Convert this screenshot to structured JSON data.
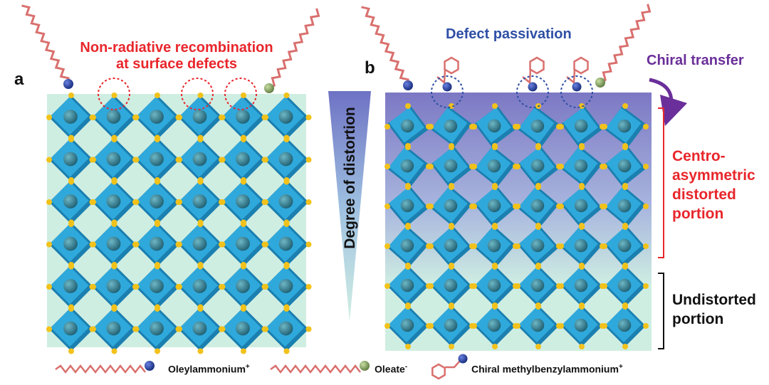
{
  "panel_a": {
    "letter": "a",
    "annotation": [
      "Non-radiative recombination",
      "at surface defects"
    ]
  },
  "panel_b": {
    "letter": "b",
    "defect_label": "Defect passivation",
    "chiral_label": "Chiral transfer",
    "distorted_label": [
      "Centro-",
      "asymmetric",
      "distorted",
      "portion"
    ],
    "undistorted_label": [
      "Undistorted",
      "portion"
    ]
  },
  "gradient_label": "Degree of distortion",
  "legend": {
    "oleylammonium": "Oleylammonium",
    "oleylammonium_sup": "+",
    "oleate": "Oleate",
    "oleate_sup": "-",
    "chiral": "Chiral methylbenzylammonium",
    "chiral_sup": "+"
  },
  "colors": {
    "octahedron": "#2fa9dc",
    "octahedron_dark": "#1b7fb0",
    "atom_yellow": "#f2c21b",
    "ammonium_blue": "#1d3a9a",
    "oleate_green": "#8fae6a",
    "chain_red": "#d9706e",
    "defect_red": "#e8262b",
    "passivation_blue": "#2e4fa5",
    "lattice_bg": "#cfeee2",
    "distorted_top": "#7c78c4"
  }
}
